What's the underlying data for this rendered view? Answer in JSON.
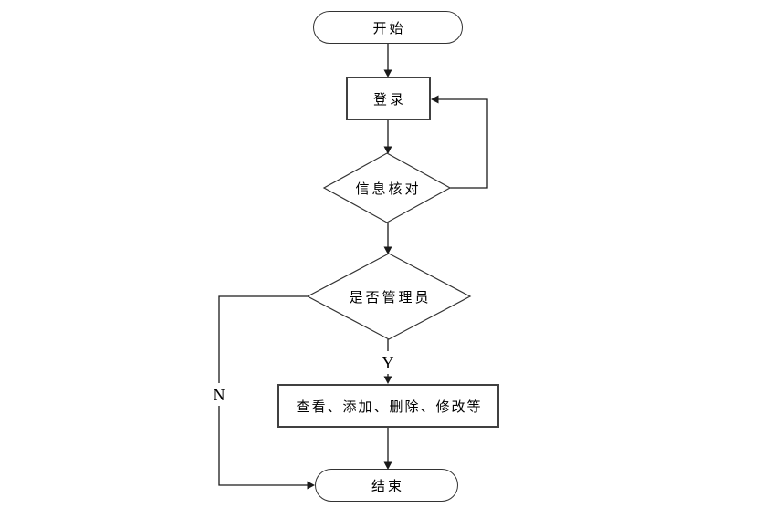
{
  "nodes": {
    "start": {
      "label": "开始",
      "type": "terminator"
    },
    "login": {
      "label": "登录",
      "type": "process"
    },
    "info_check": {
      "label": "信息核对",
      "type": "decision"
    },
    "is_admin": {
      "label": "是否管理员",
      "type": "decision"
    },
    "admin_actions": {
      "label": "查看、添加、删除、修改等",
      "type": "process"
    },
    "end": {
      "label": "结束",
      "type": "terminator"
    }
  },
  "edge_labels": {
    "yes": "Y",
    "no": "N"
  },
  "colors": {
    "background": "#ffffff",
    "line": "#1a1a1a",
    "process_border": "#404040",
    "shape_border": "#333333",
    "text": "#000000"
  }
}
